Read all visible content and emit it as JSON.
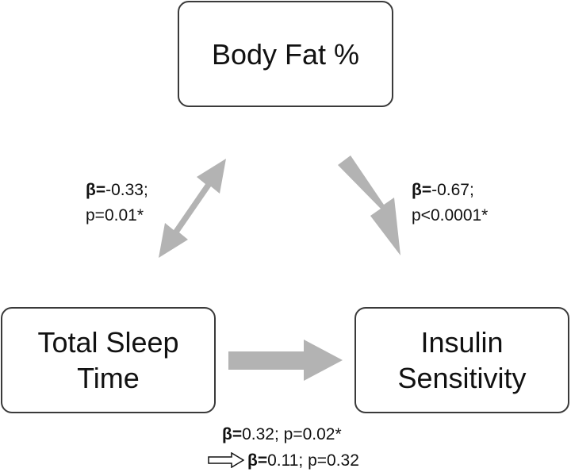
{
  "nodes": {
    "body_fat": {
      "line1": "Body Fat %"
    },
    "total_sleep_time": {
      "line1": "Total Sleep",
      "line2": "Time"
    },
    "insulin_sensitivity": {
      "line1": "Insulin",
      "line2": "Sensitivity"
    }
  },
  "edges": {
    "sleep_bodyfat": {
      "beta_symbol": "β=",
      "beta_value": "-0.33;",
      "p_value": "p=0.01*"
    },
    "bodyfat_insulin": {
      "beta_symbol": "β=",
      "beta_value": "-0.67;",
      "p_value": "p<0.0001*"
    },
    "sleep_insulin_total": {
      "beta_symbol": "β=",
      "rest": "0.32; p=0.02*"
    },
    "sleep_insulin_direct": {
      "beta_symbol": "β=",
      "rest": "0.11; p=0.32"
    }
  },
  "colors": {
    "arrow_fill": "#b3b3b3",
    "box_border": "#3a3a3a",
    "text": "#111111"
  }
}
